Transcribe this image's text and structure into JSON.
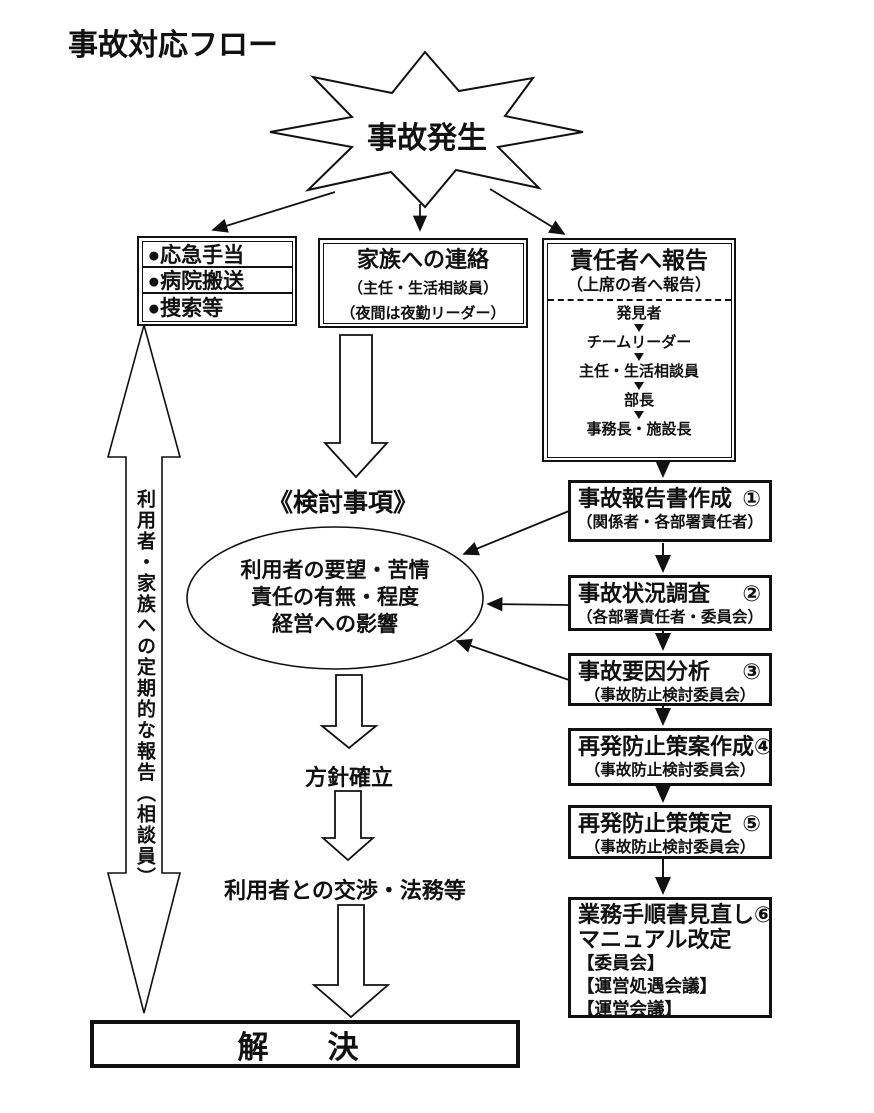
{
  "title": "事故対応フロー",
  "burst": {
    "label": "事故発生"
  },
  "first_aid_box": {
    "items": [
      "●応急手当",
      "●病院搬送",
      "●捜索等"
    ]
  },
  "family_box": {
    "title": "家族への連絡",
    "sub1": "（主任・生活相談員）",
    "sub2": "（夜間は夜勤リーダー）"
  },
  "report_box": {
    "title": "責任者へ報告",
    "subtitle": "（上席の者へ報告）",
    "chain": [
      "発見者",
      "チームリーダー",
      "主任・生活相談員",
      "部長",
      "事務長・施設長"
    ]
  },
  "periodic_arrow": {
    "label": "利用者・家族への定期的な報告（相談員）"
  },
  "review": {
    "heading": "《検討事項》",
    "lines": [
      "利用者の要望・苦情",
      "責任の有無・程度",
      "経営への影響"
    ],
    "policy": "方針確立",
    "negotiation": "利用者との交渉・法務等"
  },
  "steps": [
    {
      "title": "事故報告書作成",
      "num": "①",
      "sub": "（関係者・各部署責任者）"
    },
    {
      "title": "事故状況調査",
      "num": "②",
      "sub": "（各部署責任者・委員会）"
    },
    {
      "title": "事故要因分析",
      "num": "③",
      "sub": "（事故防止検討委員会）"
    },
    {
      "title": "再発防止策案作成",
      "num": "④",
      "sub": "（事故防止検討委員会）"
    },
    {
      "title": "再発防止策策定",
      "num": "⑤",
      "sub": "（事故防止検討委員会）"
    },
    {
      "title": "業務手順書見直し",
      "num": "⑥",
      "line2": "マニュアル改定",
      "orgs": [
        "【委員会】",
        "【運営処遇会議】",
        "【運営会議】"
      ]
    }
  ],
  "resolution": {
    "label": "解　決"
  },
  "colors": {
    "ink": "#111111",
    "bg": "#ffffff",
    "icon_gray": "#c8c8c8"
  }
}
